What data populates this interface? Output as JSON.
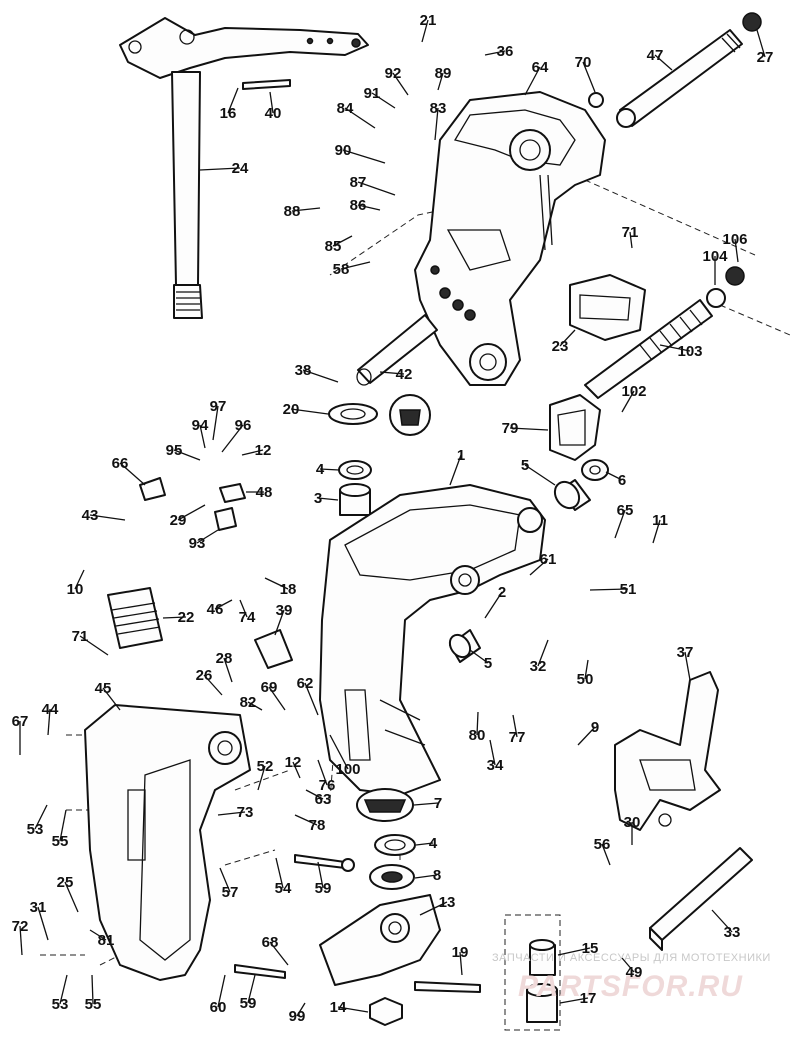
{
  "labels": [
    "1",
    "2",
    "3",
    "4",
    "5",
    "6",
    "7",
    "8",
    "9",
    "10",
    "11",
    "12",
    "13",
    "14",
    "15",
    "16",
    "17",
    "18",
    "19",
    "20",
    "21",
    "22",
    "23",
    "24",
    "25",
    "26",
    "27",
    "28",
    "29",
    "30",
    "31",
    "32",
    "33",
    "34",
    "36",
    "37",
    "38",
    "39",
    "40",
    "42",
    "43",
    "44",
    "45",
    "46",
    "47",
    "48",
    "49",
    "50",
    "51",
    "52",
    "53",
    "54",
    "55",
    "56",
    "57",
    "58",
    "59",
    "60",
    "61",
    "62",
    "63",
    "64",
    "65",
    "66",
    "67",
    "68",
    "69",
    "70",
    "71",
    "72",
    "73",
    "74",
    "76",
    "77",
    "78",
    "79",
    "80",
    "81",
    "82",
    "83",
    "84",
    "85",
    "86",
    "87",
    "88",
    "89",
    "90",
    "91",
    "92",
    "93",
    "94",
    "95",
    "96",
    "97",
    "99",
    "100",
    "102",
    "103",
    "104",
    "106"
  ],
  "watermark": {
    "caption": "ЗАПЧАСТИ И АКСЕССУАРЫ ДЛЯ МОТОТЕХНИКИ",
    "brand": "PARTSFOR.RU"
  }
}
